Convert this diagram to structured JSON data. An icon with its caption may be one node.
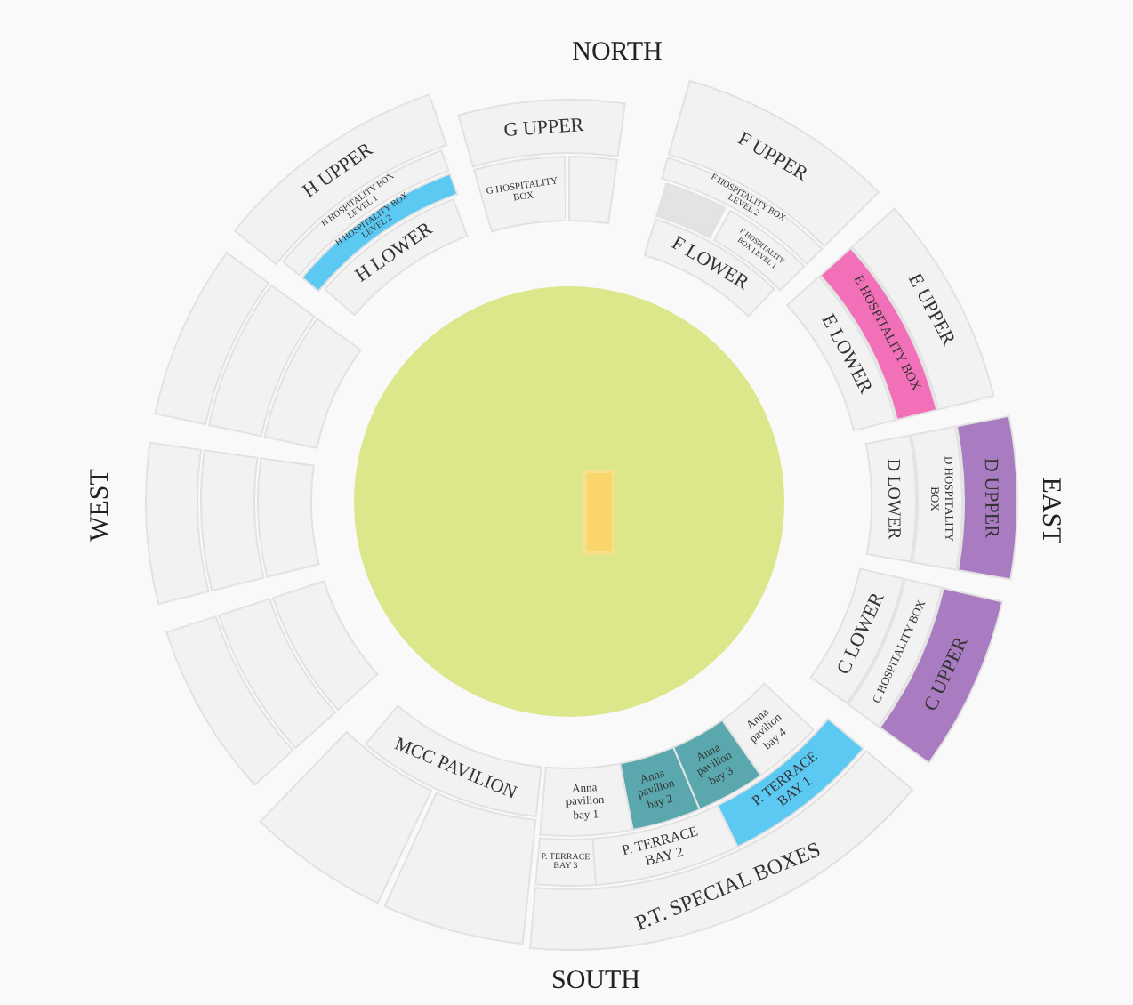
{
  "diagram": {
    "nodes": [
      {
        "text": [
          "G UPPER"
        ]
      },
      {
        "text": [
          "G HOSPITALITY BOX"
        ]
      },
      {
        "text": [],
        "shape": "box"
      },
      {
        "text": [
          "H UPPER"
        ]
      },
      {
        "text": [
          "H HOSPITALITY BOX LEVEL 1"
        ]
      },
      {
        "text": [
          "H HOSPITALITY BOX LEVEL 2"
        ]
      },
      {
        "text": [
          "H LOWER"
        ]
      },
      {
        "text": [
          "F UPPER"
        ]
      },
      {
        "text": [
          "F HOSPITALITY BOX LEVEL 2"
        ]
      },
      {
        "text": [],
        "shape": "box"
      },
      {
        "text": [
          "F HOSPITALITY BOX LEVEL 1"
        ]
      },
      {
        "text": [
          "F LOWER"
        ]
      },
      {
        "text": [
          "E UPPER"
        ]
      },
      {
        "text": [
          "E HOSPITALITY BOX"
        ]
      },
      {
        "text": [
          "E LOWER"
        ]
      },
      {
        "text": [],
        "shape": "box"
      },
      {
        "text": [],
        "shape": "box"
      },
      {
        "text": [],
        "shape": "box"
      },
      {
        "text": [],
        "shape": "circle"
      },
      {
        "text": [],
        "shape": "box",
        "in": 18
      },
      {
        "text": [
          "D LOWER"
        ]
      },
      {
        "text": [
          "D HOSPITALITY BOX"
        ]
      },
      {
        "text": [
          "D UPPER"
        ]
      },
      {
        "text": [],
        "shape": "box"
      },
      {
        "text": [],
        "shape": "box"
      },
      {
        "text": [],
        "shape": "box"
      },
      {
        "text": [
          "C LOWER"
        ]
      },
      {
        "text": [
          "C HOSPITALITY BOX"
        ]
      },
      {
        "text": [
          "C UPPER"
        ]
      },
      {
        "text": [],
        "shape": "box"
      },
      {
        "text": [],
        "shape": "box"
      },
      {
        "text": [],
        "shape": "box"
      },
      {
        "text": [
          "MCC PAVILION"
        ]
      },
      {
        "text": [
          "Anna pavilion bay 4"
        ]
      },
      {
        "text": [
          "Anna pavilion bay 1"
        ]
      },
      {
        "text": [
          "Anna pavilion bay 2"
        ]
      },
      {
        "text": [
          "Anna pavilion bay 3"
        ]
      },
      {
        "text": [
          "P. TERRACE BAY 1"
        ]
      },
      {
        "text": [
          "P. TERRACE BAY 3"
        ]
      },
      {
        "text": [
          "P. TERRACE BAY 2"
        ]
      },
      {
        "text": [],
        "shape": "box"
      },
      {
        "text": [],
        "shape": "box"
      },
      {
        "text": [
          "P.T. SPECIAL BOXES"
        ]
      }
    ],
    "labels": [
      "NORTH",
      "WEST",
      "EAST",
      "SOUTH"
    ]
  }
}
